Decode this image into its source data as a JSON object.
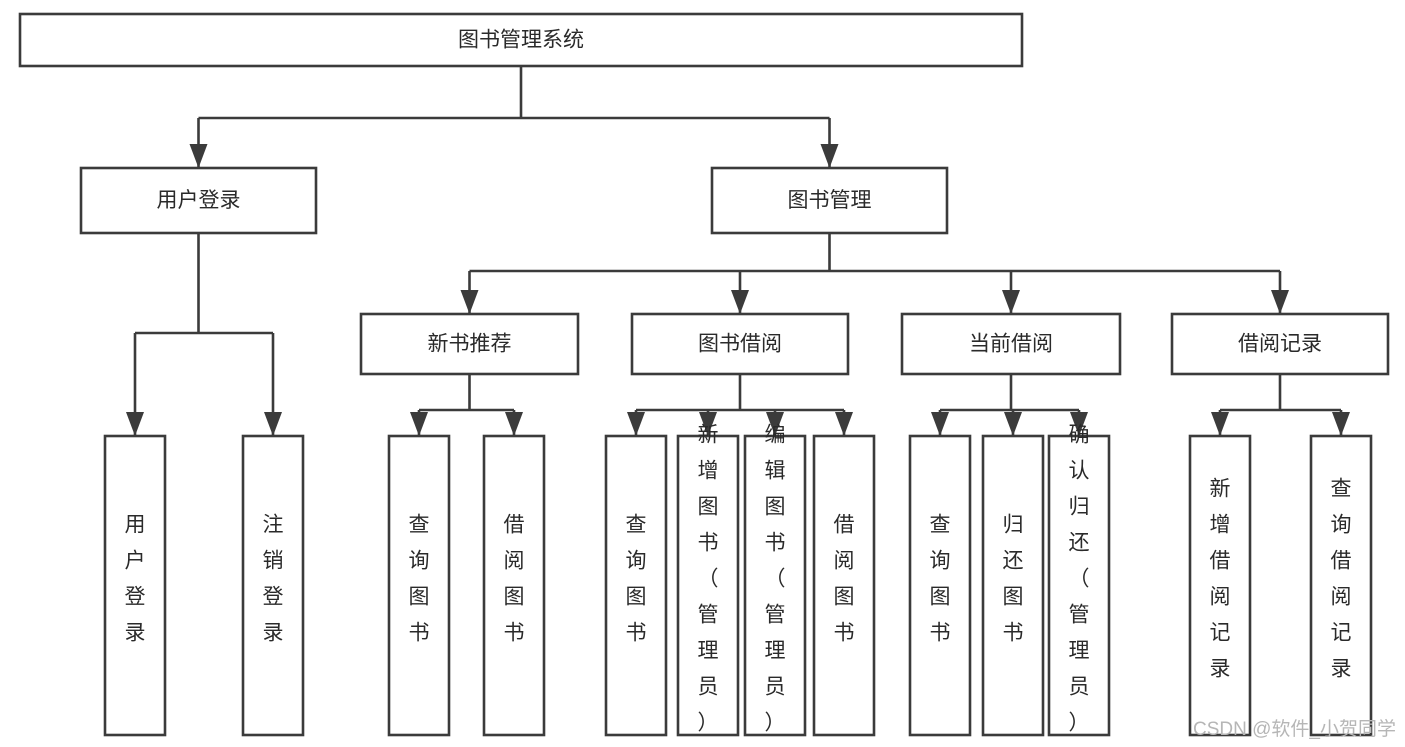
{
  "diagram": {
    "title": "图书管理系统",
    "type": "tree-hierarchy-chart",
    "orientation": "top-down",
    "colors": {
      "box_fill": "#ffffff",
      "box_stroke": "#3b3b3b",
      "connector": "#3b3b3b",
      "text": "#2a2a2a",
      "watermark": "#b6b6b6",
      "background": "#ffffff"
    }
  },
  "nodes": {
    "root": {
      "label": "图书管理系统",
      "level": 1,
      "orientation": "horizontal"
    },
    "level2": [
      {
        "id": "user-login",
        "label": "用户登录",
        "orientation": "horizontal"
      },
      {
        "id": "book-management",
        "label": "图书管理",
        "orientation": "horizontal"
      }
    ],
    "level3": [
      {
        "id": "new-book-recommend",
        "label": "新书推荐",
        "orientation": "horizontal",
        "parent": "user-login-sibling"
      },
      {
        "id": "book-borrow",
        "label": "图书借阅",
        "orientation": "horizontal",
        "parent": "book-management"
      },
      {
        "id": "current-borrow",
        "label": "当前借阅",
        "orientation": "horizontal",
        "parent": "book-management"
      },
      {
        "id": "borrow-record",
        "label": "借阅记录",
        "orientation": "horizontal",
        "parent": "book-management"
      }
    ],
    "leaves": {
      "user-login": [
        {
          "id": "leaf-user-login",
          "label": "用户登录",
          "orientation": "vertical"
        },
        {
          "id": "leaf-user-logout",
          "label": "注销登录",
          "orientation": "vertical"
        }
      ],
      "new-book-recommend": [
        {
          "id": "leaf-query-book-1",
          "label": "查询图书",
          "orientation": "vertical"
        },
        {
          "id": "leaf-borrow-book-1",
          "label": "借阅图书",
          "orientation": "vertical"
        }
      ],
      "book-borrow": [
        {
          "id": "leaf-query-book-2",
          "label": "查询图书",
          "orientation": "vertical"
        },
        {
          "id": "leaf-add-book",
          "label": "新增图书（管理员）",
          "orientation": "vertical"
        },
        {
          "id": "leaf-edit-book",
          "label": "编辑图书（管理员）",
          "orientation": "vertical"
        },
        {
          "id": "leaf-borrow-book-2",
          "label": "借阅图书",
          "orientation": "vertical"
        }
      ],
      "current-borrow": [
        {
          "id": "leaf-query-book-3",
          "label": "查询图书",
          "orientation": "vertical"
        },
        {
          "id": "leaf-return-book",
          "label": "归还图书",
          "orientation": "vertical"
        },
        {
          "id": "leaf-confirm-return",
          "label": "确认归还（管理员）",
          "orientation": "vertical"
        }
      ],
      "borrow-record": [
        {
          "id": "leaf-add-record",
          "label": "新增借阅记录",
          "orientation": "vertical"
        },
        {
          "id": "leaf-query-record",
          "label": "查询借阅记录",
          "orientation": "vertical"
        }
      ]
    }
  },
  "watermark": {
    "text": "CSDN @软件_小贺同学"
  }
}
